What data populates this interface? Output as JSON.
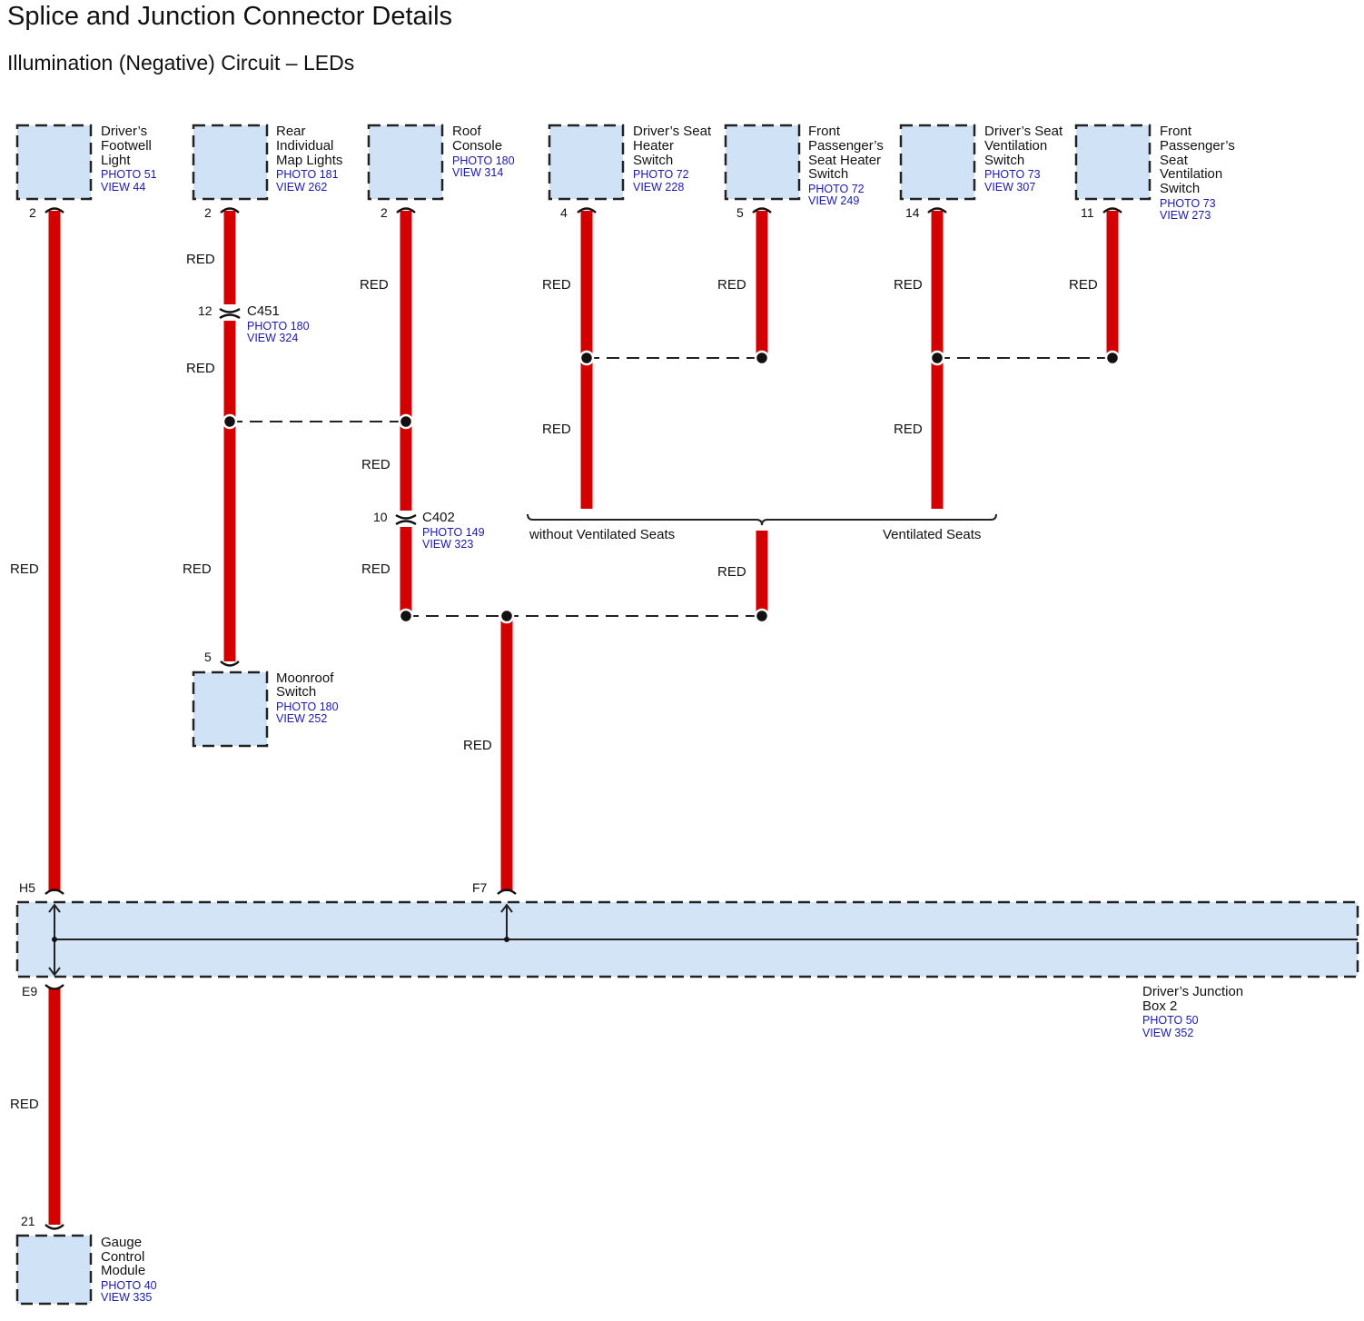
{
  "title": "Splice and Junction Connector Details",
  "subtitle": "Illumination (Negative) Circuit – LEDs",
  "colors": {
    "wire": "#d40000",
    "component_fill": "#cfe2f6",
    "reference_text": "#1a1aa6"
  },
  "wire_color_label": "RED",
  "components": [
    {
      "id": "footwell",
      "name": [
        "Driver’s",
        "Footwell",
        "Light"
      ],
      "photo": "PHOTO 51",
      "view": "VIEW 44",
      "pin": "2"
    },
    {
      "id": "rearmap",
      "name": [
        "Rear",
        "Individual",
        "Map Lights"
      ],
      "photo": "PHOTO 181",
      "view": "VIEW 262",
      "pin": "2"
    },
    {
      "id": "roofconsole",
      "name": [
        "Roof",
        "Console"
      ],
      "photo": "PHOTO 180",
      "view": "VIEW 314",
      "pin": "2"
    },
    {
      "id": "drvseatheater",
      "name": [
        "Driver’s Seat",
        "Heater",
        "Switch"
      ],
      "photo": "PHOTO 72",
      "view": "VIEW 228",
      "pin": "4"
    },
    {
      "id": "passseatheater",
      "name": [
        "Front",
        "Passenger’s",
        "Seat Heater",
        "Switch"
      ],
      "photo": "PHOTO 72",
      "view": "VIEW 249",
      "pin": "5"
    },
    {
      "id": "drvseatvent",
      "name": [
        "Driver’s Seat",
        "Ventilation",
        "Switch"
      ],
      "photo": "PHOTO 73",
      "view": "VIEW 307",
      "pin": "14"
    },
    {
      "id": "passseatvent",
      "name": [
        "Front",
        "Passenger’s",
        "Seat",
        "Ventilation",
        "Switch"
      ],
      "photo": "PHOTO 73",
      "view": "VIEW 273",
      "pin": "11"
    },
    {
      "id": "moonroof",
      "name": [
        "Moonroof",
        "Switch"
      ],
      "photo": "PHOTO 180",
      "view": "VIEW 252",
      "pin": "5"
    },
    {
      "id": "gauge",
      "name": [
        "Gauge",
        "Control",
        "Module"
      ],
      "photo": "PHOTO 40",
      "view": "VIEW 335",
      "pin": "21"
    }
  ],
  "inline_connectors": [
    {
      "id": "c451",
      "name": "C451",
      "photo": "PHOTO 180",
      "view": "VIEW 324",
      "pin": "12"
    },
    {
      "id": "c402",
      "name": "C402",
      "photo": "PHOTO 149",
      "view": "VIEW 323",
      "pin": "10"
    }
  ],
  "junction_box": {
    "name": [
      "Driver’s Junction",
      "Box 2"
    ],
    "photo": "PHOTO 50",
    "view": "VIEW 352",
    "pins": {
      "h5": "H5",
      "f7": "F7",
      "e9": "E9"
    }
  },
  "options": {
    "without": "without Ventilated Seats",
    "with": "Ventilated Seats"
  }
}
